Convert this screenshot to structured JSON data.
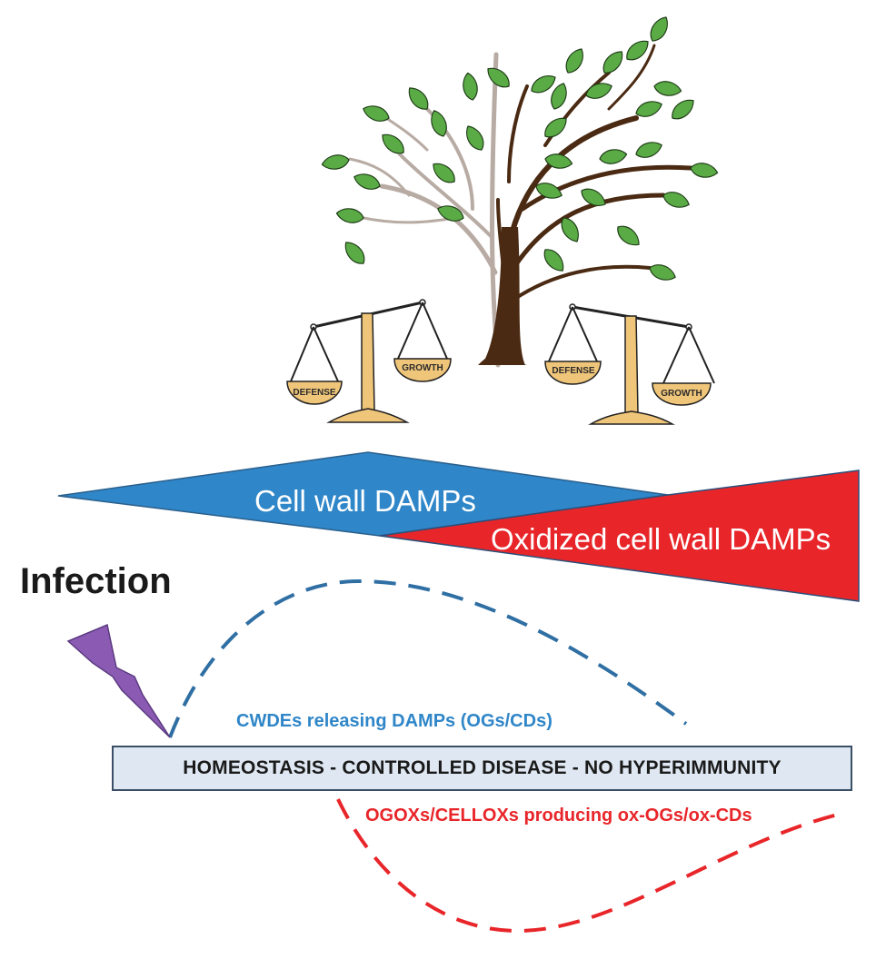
{
  "labels": {
    "cell_wall_damps": "Cell wall DAMPs",
    "oxidized_damps": "Oxidized cell wall DAMPs",
    "infection": "Infection",
    "cwdes": "CWDEs releasing DAMPs (OGs/CDs)",
    "homeostasis": "HOMEOSTASIS - CONTROLLED DISEASE - NO HYPERIMMUNITY",
    "ogox": "OGOXs/CELLOXs producing ox-OGs/ox-CDs"
  },
  "scales": {
    "left": {
      "left_pan": "DEFENSE",
      "right_pan": "GROWTH"
    },
    "right": {
      "left_pan": "DEFENSE",
      "right_pan": "GROWTH"
    }
  },
  "colors": {
    "blue_wedge": "#2f86c8",
    "red_wedge": "#e8262a",
    "blue_dash": "#2f6fa3",
    "red_dash": "#e8262a",
    "bolt": "#8b5bb3",
    "leaf": "#5aab45",
    "trunk_dark": "#4a2a12",
    "trunk_light": "#b8aba4",
    "scale_gold": "#efc57a",
    "box_fill": "#dfe8f2"
  },
  "icons": [
    "tree-icon",
    "balance-scale-icon",
    "lightning-bolt-icon"
  ]
}
